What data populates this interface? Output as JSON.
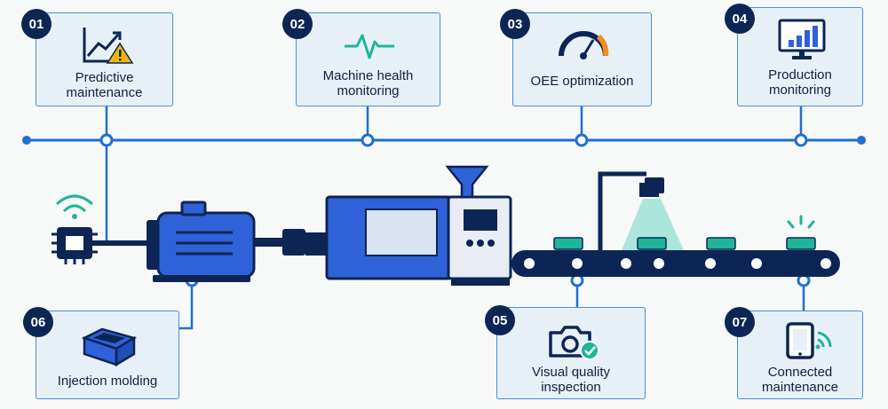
{
  "steps": [
    {
      "number": "01",
      "label": "Predictive\nmaintenance",
      "icon": "trend-warning-icon"
    },
    {
      "number": "02",
      "label": "Machine health\nmonitoring",
      "icon": "heartbeat-icon"
    },
    {
      "number": "03",
      "label": "OEE optimization",
      "icon": "gauge-icon"
    },
    {
      "number": "04",
      "label": "Production\nmonitoring",
      "icon": "monitor-bar-chart-icon"
    },
    {
      "number": "05",
      "label": "Visual quality\ninspection",
      "icon": "camera-check-icon"
    },
    {
      "number": "06",
      "label": "Injection molding",
      "icon": "mold-box-icon"
    },
    {
      "number": "07",
      "label": "Connected\nmaintenance",
      "icon": "tablet-wireless-icon"
    }
  ],
  "colors": {
    "navy": "#0d2554",
    "accent_blue": "#1f6fd1",
    "machine_blue": "#2f62d8",
    "card_fill": "#e8f0f7",
    "card_border": "#4a8fd4",
    "teal": "#1fb59a",
    "warning": "#f2b705",
    "gauge_orange": "#f28c1f"
  }
}
